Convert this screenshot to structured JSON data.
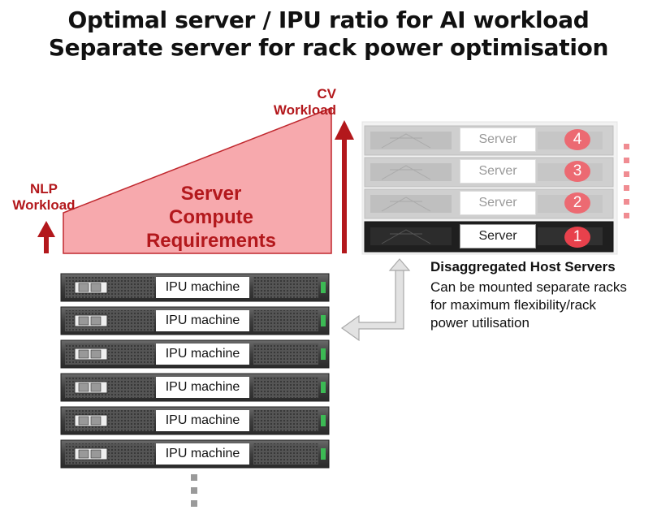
{
  "title": {
    "line1": "Optimal server / IPU ratio for AI workload",
    "line2": "Separate server for rack power optimisation"
  },
  "labels": {
    "nlp_line1": "NLP",
    "nlp_line2": "Workload",
    "cv_line1": "CV",
    "cv_line2": "Workload",
    "compute_line1": "Server",
    "compute_line2": "Compute",
    "compute_line3": "Requirements"
  },
  "servers": [
    {
      "label": "Server",
      "badge": "4"
    },
    {
      "label": "Server",
      "badge": "3"
    },
    {
      "label": "Server",
      "badge": "2"
    },
    {
      "label": "Server",
      "badge": "1"
    }
  ],
  "ipu_machines": [
    "IPU machine",
    "IPU machine",
    "IPU machine",
    "IPU machine",
    "IPU machine",
    "IPU machine"
  ],
  "description": {
    "heading": "Disaggregated Host Servers",
    "line1": "Can be mounted separate racks",
    "line2": "for maximum flexibility/rack",
    "line3": "power utilisation"
  },
  "colors": {
    "accent_red": "#b3181c",
    "wedge_fill": "#f7a9ad",
    "badge_red": "#e8414c",
    "arrow_grey": "#d7d7d7"
  }
}
